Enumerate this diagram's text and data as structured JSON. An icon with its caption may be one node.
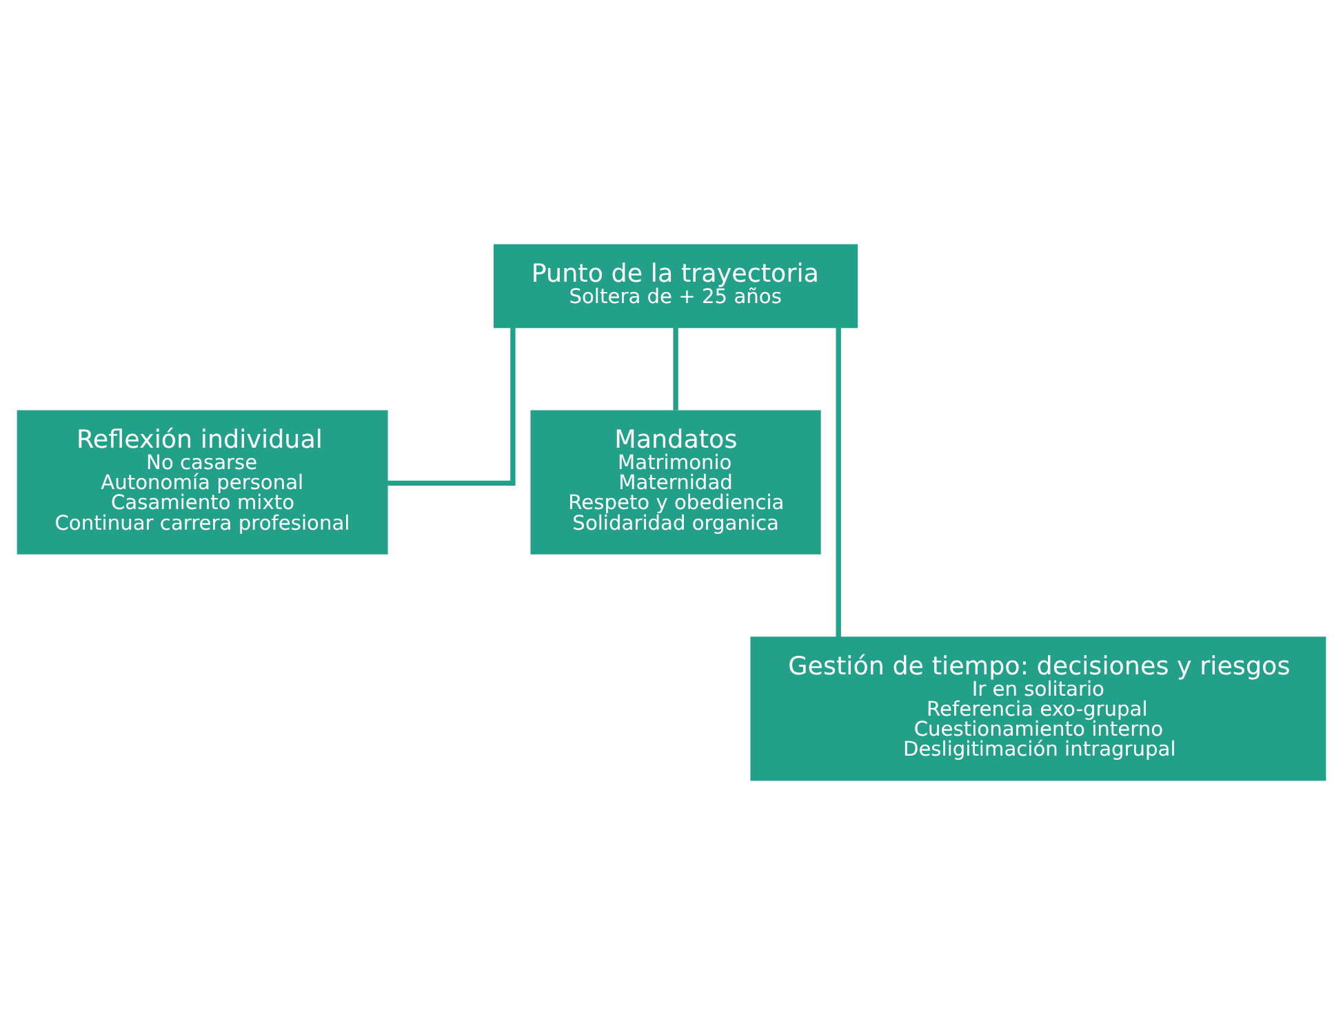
{
  "diagram": {
    "nodes": [
      {
        "text": [
          "Punto de la trayectoria",
          "Soltera de + 25 años"
        ]
      },
      {
        "text": [
          "Reflexión individual",
          "No casarse",
          "Autonomía personal",
          "Casamiento mixto",
          "Continuar carrera profesional"
        ]
      },
      {
        "text": [
          "Mandatos",
          "Matrimonio",
          "Maternidad",
          "Respeto y obediencia",
          "Solidaridad organica"
        ]
      },
      {
        "text": [
          "Gestión de tiempo: decisiones y riesgos",
          "Ir en solitario",
          "Referencia exo-grupal",
          "Cuestionamiento interno",
          "Desligitimación intragrupal"
        ]
      }
    ],
    "edges": [
      {
        "from": 0,
        "to": 1,
        "arrow": "none"
      },
      {
        "from": 0,
        "to": 2,
        "arrow": "none"
      },
      {
        "from": 0,
        "to": 3,
        "arrow": "none"
      }
    ]
  }
}
